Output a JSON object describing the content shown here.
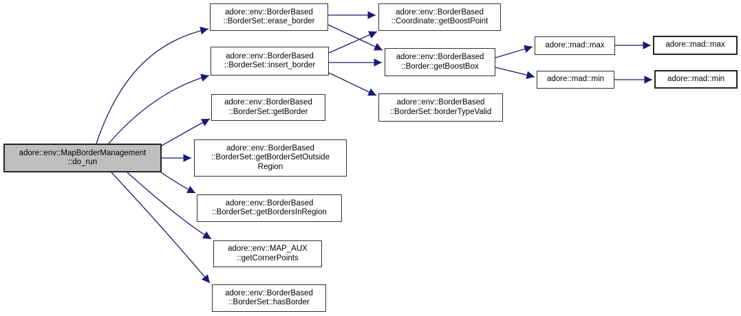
{
  "diagram_type": "call-graph",
  "colors": {
    "edge": "#191970",
    "node_border": "#2e2e2e",
    "node_fill": "#ffffff",
    "focus_node_fill": "#bfbfbf",
    "background": "#ffffff",
    "text": "#000000"
  },
  "nodes": {
    "do_run": {
      "label": "adore::env::MapBorderManagement\n::do_run"
    },
    "erase_border": {
      "label": "adore::env::BorderBased\n::BorderSet::erase_border"
    },
    "insert_border": {
      "label": "adore::env::BorderBased\n::BorderSet::insert_border"
    },
    "get_border": {
      "label": "adore::env::BorderBased\n::BorderSet::getBorder"
    },
    "outside_region": {
      "label": "adore::env::BorderBased\n::BorderSet::getBorderSetOutside\nRegion"
    },
    "in_region": {
      "label": "adore::env::BorderBased\n::BorderSet::getBordersInRegion"
    },
    "corner_points": {
      "label": "adore::env::MAP_AUX\n::getCornerPoints"
    },
    "has_border": {
      "label": "adore::env::BorderBased\n::BorderSet::hasBorder"
    },
    "boost_point": {
      "label": "adore::env::BorderBased\n::Coordinate::getBoostPoint"
    },
    "boost_box": {
      "label": "adore::env::BorderBased\n::Border::getBoostBox"
    },
    "type_valid": {
      "label": "adore::env::BorderBased\n::BorderSet::borderTypeValid"
    },
    "mad_max_caller": {
      "label": "adore::mad::max"
    },
    "mad_min_caller": {
      "label": "adore::mad::min"
    },
    "mad_max_callee": {
      "label": "adore::mad::max"
    },
    "mad_min_callee": {
      "label": "adore::mad::min"
    }
  },
  "edges": [
    {
      "from": "do_run",
      "to": "erase_border"
    },
    {
      "from": "do_run",
      "to": "insert_border"
    },
    {
      "from": "do_run",
      "to": "get_border"
    },
    {
      "from": "do_run",
      "to": "outside_region"
    },
    {
      "from": "do_run",
      "to": "in_region"
    },
    {
      "from": "do_run",
      "to": "corner_points"
    },
    {
      "from": "do_run",
      "to": "has_border"
    },
    {
      "from": "erase_border",
      "to": "boost_point"
    },
    {
      "from": "erase_border",
      "to": "boost_box"
    },
    {
      "from": "insert_border",
      "to": "boost_point"
    },
    {
      "from": "insert_border",
      "to": "boost_box"
    },
    {
      "from": "insert_border",
      "to": "type_valid"
    },
    {
      "from": "boost_box",
      "to": "mad_max_caller"
    },
    {
      "from": "boost_box",
      "to": "mad_min_caller"
    },
    {
      "from": "mad_max_caller",
      "to": "mad_max_callee"
    },
    {
      "from": "mad_min_caller",
      "to": "mad_min_callee"
    }
  ]
}
